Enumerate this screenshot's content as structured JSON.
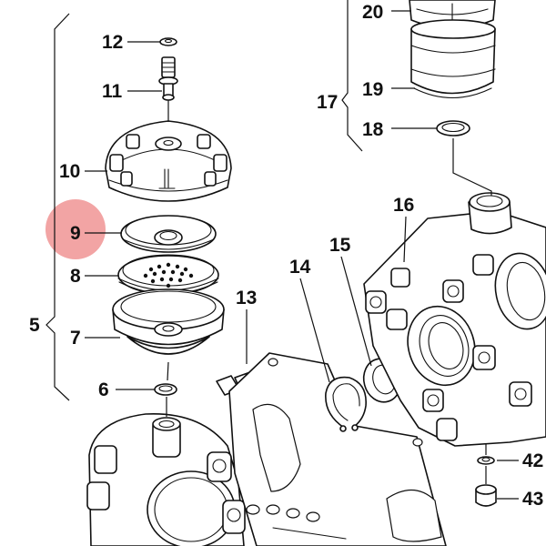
{
  "callouts": [
    {
      "id": "c20",
      "label": "20"
    },
    {
      "id": "c19",
      "label": "19"
    },
    {
      "id": "c18",
      "label": "18"
    },
    {
      "id": "c17",
      "label": "17"
    },
    {
      "id": "c16",
      "label": "16"
    },
    {
      "id": "c15",
      "label": "15"
    },
    {
      "id": "c14",
      "label": "14"
    },
    {
      "id": "c13",
      "label": "13"
    },
    {
      "id": "c12",
      "label": "12"
    },
    {
      "id": "c11",
      "label": "11"
    },
    {
      "id": "c10",
      "label": "10"
    },
    {
      "id": "c9",
      "label": "9"
    },
    {
      "id": "c8",
      "label": "8"
    },
    {
      "id": "c7",
      "label": "7"
    },
    {
      "id": "c6",
      "label": "6"
    },
    {
      "id": "c5",
      "label": "5"
    },
    {
      "id": "c42",
      "label": "42"
    },
    {
      "id": "c43",
      "label": "43"
    }
  ],
  "highlight": {
    "target": "9",
    "color": "#e85a5a"
  }
}
